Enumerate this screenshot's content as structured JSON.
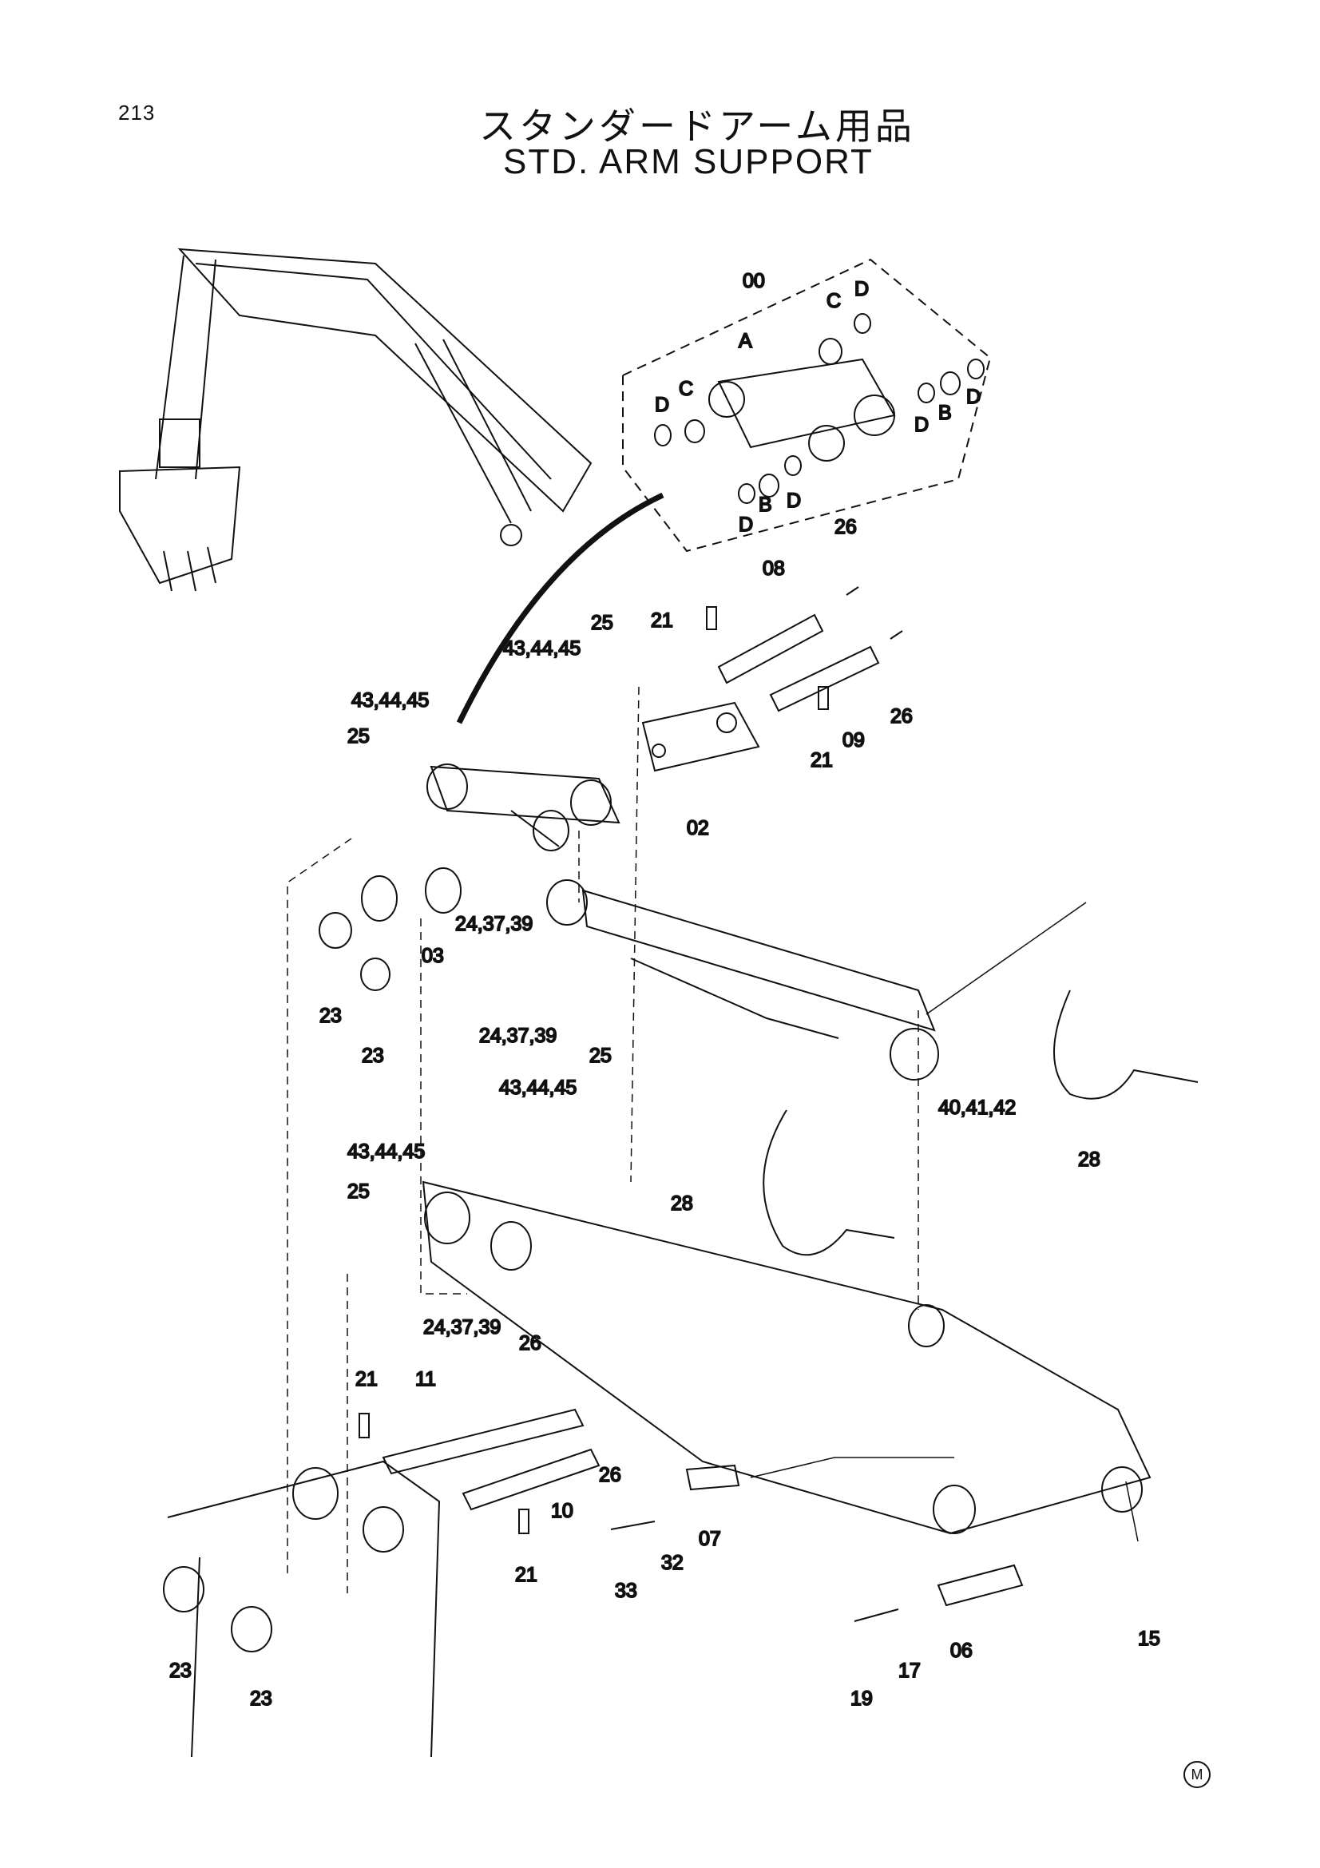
{
  "header": {
    "page_number": "213",
    "title_jp": "スタンダードアーム用品",
    "title_en": "STD. ARM SUPPORT"
  },
  "footer": {
    "mark": "M"
  },
  "callouts": [
    {
      "id": "c00",
      "text": "00"
    },
    {
      "id": "cA",
      "text": "A"
    },
    {
      "id": "cC1",
      "text": "C"
    },
    {
      "id": "cD1",
      "text": "D"
    },
    {
      "id": "cC2",
      "text": "C"
    },
    {
      "id": "cD2",
      "text": "D"
    },
    {
      "id": "cD3",
      "text": "D"
    },
    {
      "id": "cB1",
      "text": "B"
    },
    {
      "id": "cD4",
      "text": "D"
    },
    {
      "id": "cD5",
      "text": "D"
    },
    {
      "id": "cB2",
      "text": "B"
    },
    {
      "id": "cD6",
      "text": "D"
    },
    {
      "id": "c26a",
      "text": "26"
    },
    {
      "id": "c08",
      "text": "08"
    },
    {
      "id": "c21a",
      "text": "21"
    },
    {
      "id": "c25a",
      "text": "25"
    },
    {
      "id": "c434445a",
      "text": "43,44,45"
    },
    {
      "id": "c434445b",
      "text": "43,44,45"
    },
    {
      "id": "c25b",
      "text": "25"
    },
    {
      "id": "c26b",
      "text": "26"
    },
    {
      "id": "c21b",
      "text": "21"
    },
    {
      "id": "c09",
      "text": "09"
    },
    {
      "id": "c02",
      "text": "02"
    },
    {
      "id": "c243739a",
      "text": "24,37,39"
    },
    {
      "id": "c03",
      "text": "03"
    },
    {
      "id": "c23a",
      "text": "23"
    },
    {
      "id": "c23b",
      "text": "23"
    },
    {
      "id": "c243739b",
      "text": "24,37,39"
    },
    {
      "id": "c25c",
      "text": "25"
    },
    {
      "id": "c434445c",
      "text": "43,44,45"
    },
    {
      "id": "c404142",
      "text": "40,41,42"
    },
    {
      "id": "c28a",
      "text": "28"
    },
    {
      "id": "c434445d",
      "text": "43,44,45"
    },
    {
      "id": "c25d",
      "text": "25"
    },
    {
      "id": "c28b",
      "text": "28"
    },
    {
      "id": "c243739c",
      "text": "24,37,39"
    },
    {
      "id": "c26c",
      "text": "26"
    },
    {
      "id": "c21c",
      "text": "21"
    },
    {
      "id": "c11",
      "text": "11"
    },
    {
      "id": "c26d",
      "text": "26"
    },
    {
      "id": "c10",
      "text": "10"
    },
    {
      "id": "c21d",
      "text": "21"
    },
    {
      "id": "c33",
      "text": "33"
    },
    {
      "id": "c32",
      "text": "32"
    },
    {
      "id": "c07",
      "text": "07"
    },
    {
      "id": "c23c",
      "text": "23"
    },
    {
      "id": "c23d",
      "text": "23"
    },
    {
      "id": "c19",
      "text": "19"
    },
    {
      "id": "c17",
      "text": "17"
    },
    {
      "id": "c06",
      "text": "06"
    },
    {
      "id": "c15",
      "text": "15"
    }
  ]
}
